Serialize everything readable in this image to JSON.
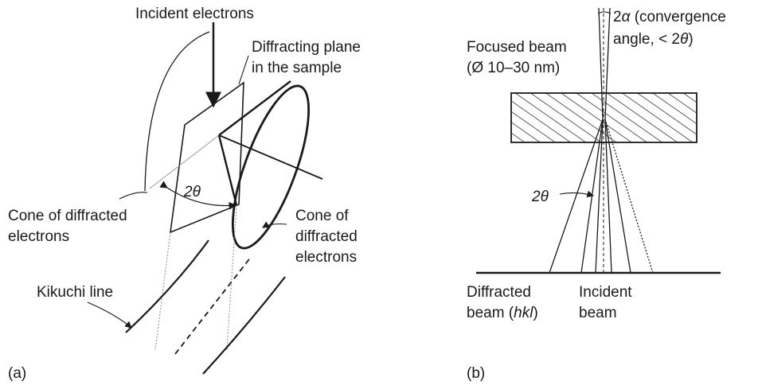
{
  "panel_a": {
    "panel_label": "(a)",
    "incident_electrons": "Incident electrons",
    "diffracting_plane_line1": "Diffracting plane",
    "diffracting_plane_line2": "in the sample",
    "two_theta": "2θ",
    "cone_left_line1": "Cone of diffracted",
    "cone_left_line2": "electrons",
    "cone_right_line1": "Cone of",
    "cone_right_line2": "diffracted",
    "cone_right_line3": "electrons",
    "kikuchi_line": "Kikuchi line"
  },
  "panel_b": {
    "panel_label": "(b)",
    "convergence_line1_prefix": "2",
    "convergence_alpha": "α",
    "convergence_line1_suffix": " (convergence",
    "convergence_line2_prefix": "angle, < 2",
    "convergence_theta": "θ",
    "convergence_line2_suffix": ")",
    "focused_beam_line1": "Focused beam",
    "focused_beam_line2": "(Ø 10–30 nm)",
    "two_theta": "2θ",
    "diffracted_beam_line1": "Diffracted",
    "diffracted_beam_line2_prefix": "beam (",
    "diffracted_beam_hkl": "hkl",
    "diffracted_beam_line2_suffix": ")",
    "incident_beam_line1": "Incident",
    "incident_beam_line2": "beam"
  },
  "colors": {
    "ink": "#1a1a1a",
    "background": "#ffffff"
  }
}
